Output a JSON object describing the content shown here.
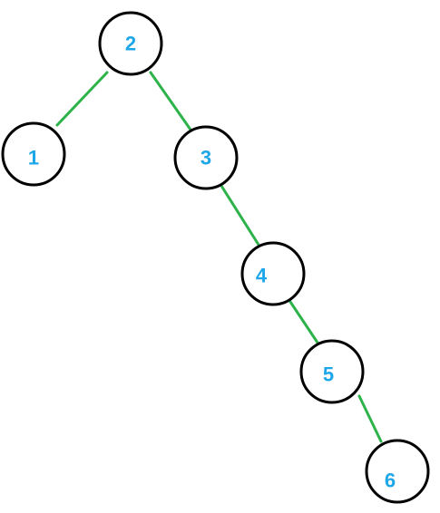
{
  "colors": {
    "edge": "#2db34a",
    "node_outline": "#000000",
    "label": "#1ea7e8"
  },
  "tree": {
    "nodes": [
      {
        "id": "n2",
        "label": "2"
      },
      {
        "id": "n1",
        "label": "1"
      },
      {
        "id": "n3",
        "label": "3"
      },
      {
        "id": "n4",
        "label": "4"
      },
      {
        "id": "n5",
        "label": "5"
      },
      {
        "id": "n6",
        "label": "6"
      }
    ],
    "edges": [
      {
        "from": "n2",
        "to": "n1"
      },
      {
        "from": "n2",
        "to": "n3"
      },
      {
        "from": "n3",
        "to": "n4"
      },
      {
        "from": "n4",
        "to": "n5"
      },
      {
        "from": "n5",
        "to": "n6"
      }
    ]
  }
}
